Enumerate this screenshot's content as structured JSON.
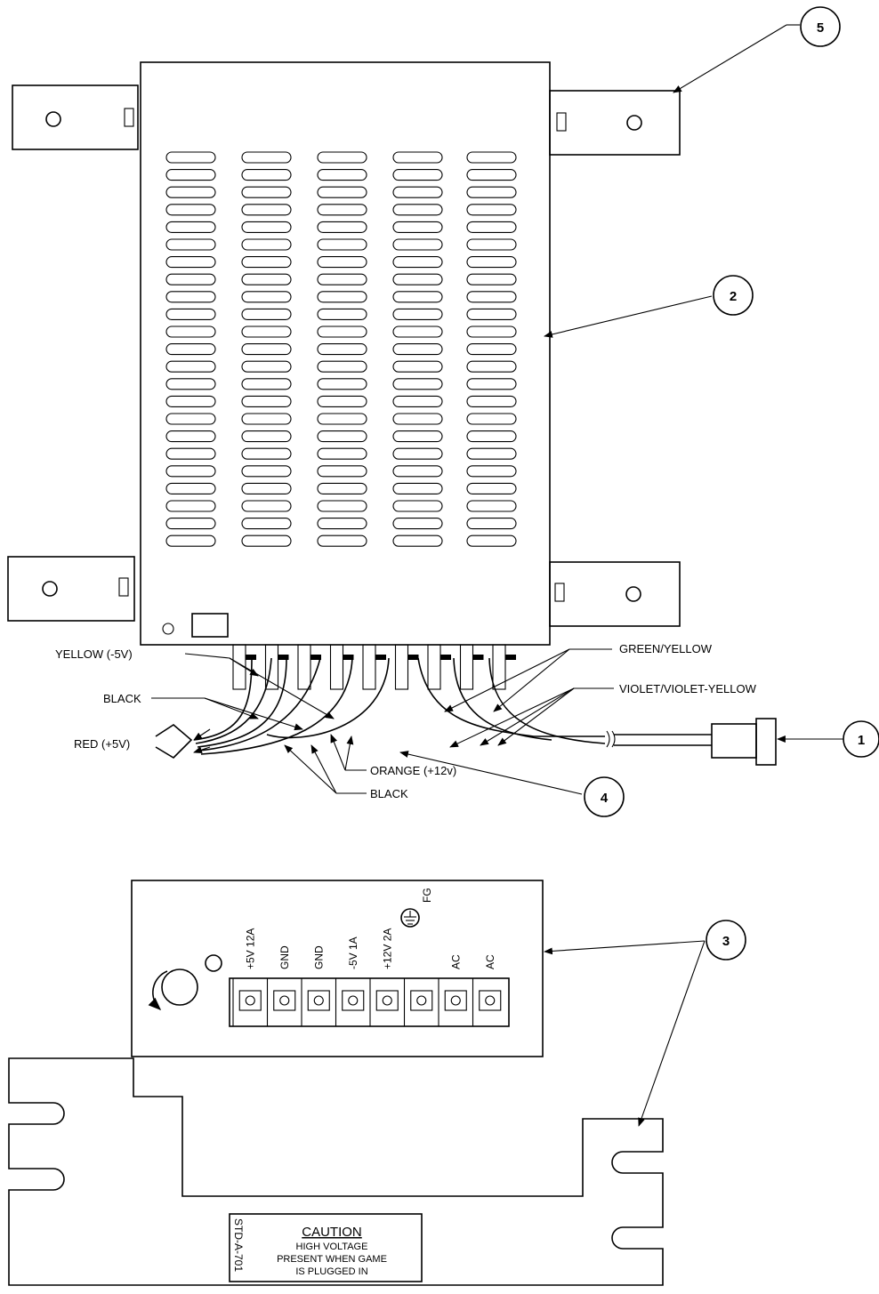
{
  "callouts": [
    {
      "id": "1",
      "text": "1"
    },
    {
      "id": "2",
      "text": "2"
    },
    {
      "id": "3",
      "text": "3"
    },
    {
      "id": "4",
      "text": "4"
    },
    {
      "id": "5",
      "text": "5"
    }
  ],
  "wire_labels": {
    "yellow": "YELLOW (-5V)",
    "black_top": "BLACK",
    "red": "RED (+5V)",
    "orange": "ORANGE (+12v)",
    "black_bottom": "BLACK",
    "green_yellow": "GREEN/YELLOW",
    "violet": "VIOLET/VIOLET-YELLOW"
  },
  "terminal_labels": [
    "+5V 12A",
    "GND",
    "GND",
    "-5V 1A",
    "+12V 2A",
    "FG",
    "AC",
    "AC"
  ],
  "side_code": "STD-A-701",
  "caution": {
    "title": "CAUTION",
    "line1": "HIGH VOLTAGE",
    "line2": "PRESENT WHEN GAME",
    "line3": "IS PLUGGED IN"
  }
}
